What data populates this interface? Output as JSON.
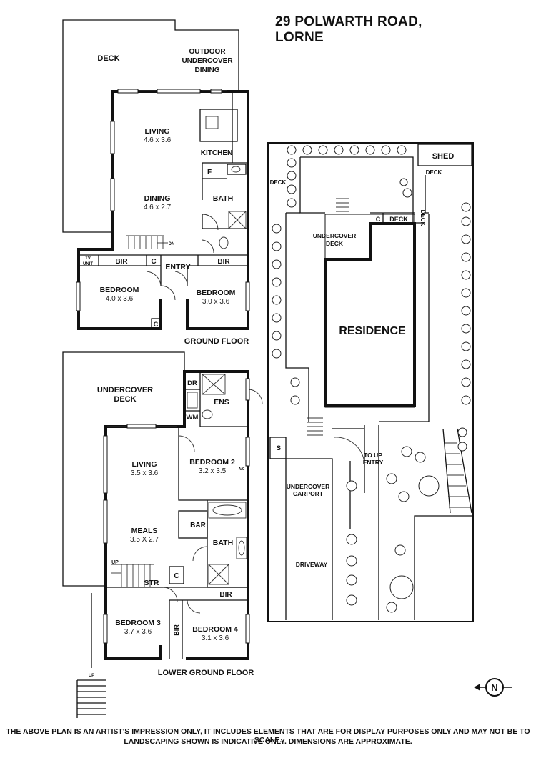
{
  "title": "29 POLWARTH ROAD, LORNE",
  "ground_floor": {
    "caption": "GROUND FLOOR",
    "rooms": {
      "deck": "DECK",
      "outdoor_dining": [
        "OUTDOOR",
        "UNDERCOVER",
        "DINING"
      ],
      "living": "LIVING",
      "living_dim": "4.6 x 3.6",
      "kitchen": "KITCHEN",
      "f": "F",
      "dining": "DINING",
      "dining_dim": "4.6 x 2.7",
      "bath": "BATH",
      "dn": "DN",
      "tv_unit": [
        "TV",
        "UNIT"
      ],
      "bir_left": "BIR",
      "c_store": "C",
      "entry": "ENTRY",
      "bir_right": "BIR",
      "bedroom_left": "BEDROOM",
      "bedroom_left_dim": "4.0 x 3.6",
      "bedroom_right": "BEDROOM",
      "bedroom_right_dim": "3.0 x 3.6",
      "c_bottom": "C"
    }
  },
  "lower_floor": {
    "caption": "LOWER GROUND FLOOR",
    "rooms": {
      "undercover_deck": [
        "UNDERCOVER",
        "DECK"
      ],
      "dr": "DR",
      "wm": "WM",
      "ens": "ENS",
      "living": "LIVING",
      "living_dim": "3.5 x 3.6",
      "bedroom2": "BEDROOM 2",
      "bedroom2_dim": "3.2 x 3.5",
      "ac": "A/C",
      "bar": "BAR",
      "meals": "MEALS",
      "meals_dim": "3.5 X 2.7",
      "bath": "BATH",
      "up": "UP",
      "str": "STR",
      "c": "C",
      "bir": "BIR",
      "bedroom3": "BEDROOM 3",
      "bedroom3_dim": "3.7 x 3.6",
      "bedroom4": "BEDROOM 4",
      "bedroom4_dim": "3.1 x 3.6",
      "bir_vertical": "BIR",
      "stairs_up": "UP"
    }
  },
  "site_plan": {
    "shed": "SHED",
    "deck_left": "DECK",
    "deck_shed": "DECK",
    "deck_mid": "DECK",
    "deck_right": "DECK",
    "c": "C",
    "undercover_deck": [
      "UNDERCOVER",
      "DECK"
    ],
    "residence": "RESIDENCE",
    "s": "S",
    "to_up_entry": [
      "TO UP",
      "ENTRY"
    ],
    "undercover_carport": [
      "UNDERCOVER",
      "CARPORT"
    ],
    "driveway": "DRIVEWAY"
  },
  "compass": {
    "letter": "N",
    "icon": "north-arrow-icon"
  },
  "disclaimer": [
    "THE ABOVE PLAN IS AN ARTIST'S IMPRESSION ONLY, IT INCLUDES ELEMENTS THAT ARE FOR DISPLAY PURPOSES ONLY AND MAY NOT BE TO SCALE.",
    "LANDSCAPING SHOWN IS INDICATIVE ONLY. DIMENSIONS ARE APPROXIMATE."
  ]
}
